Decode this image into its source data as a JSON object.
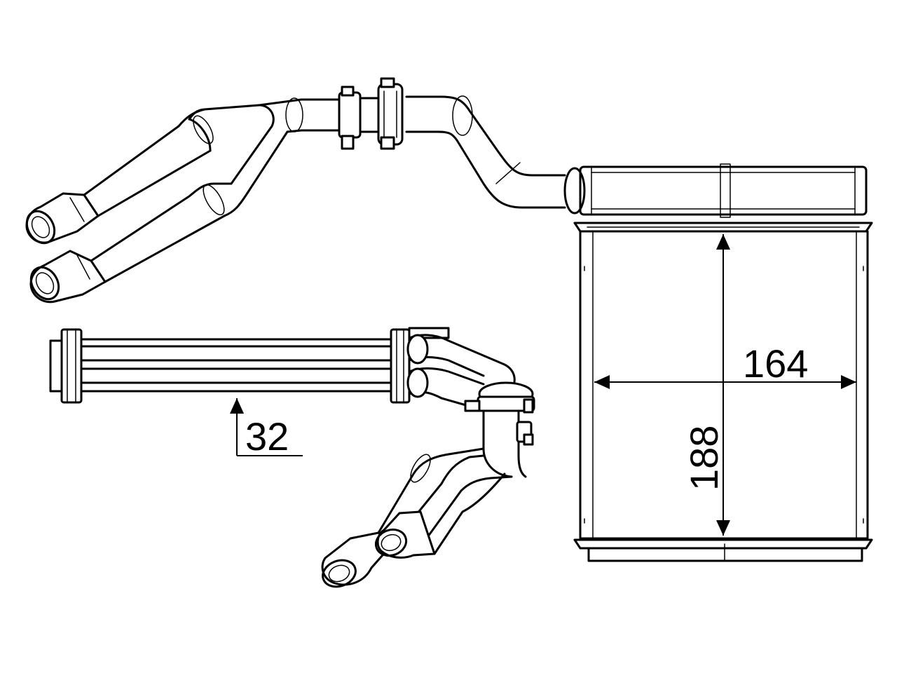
{
  "dimensions": {
    "width_label": "164",
    "height_label": "188",
    "depth_label": "32"
  },
  "colors": {
    "stroke": "#000000",
    "background": "#ffffff"
  }
}
